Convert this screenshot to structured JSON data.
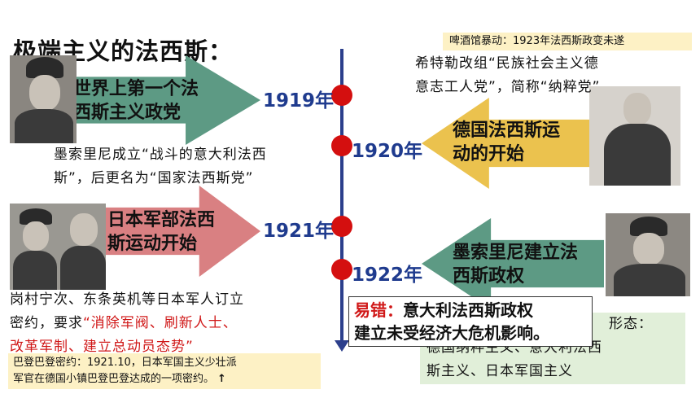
{
  "title": "极端主义的法西斯：",
  "timeline": {
    "years": [
      "1919年",
      "1920年",
      "1921年",
      "1922年"
    ]
  },
  "arrows": {
    "italy_first": {
      "line1": "世界上第一个法",
      "line2": "西斯主义政党"
    },
    "germany": {
      "line1": "德国法西斯运",
      "line2": "动的开始"
    },
    "japan": {
      "line1": "日本军部法西",
      "line2": "斯运动开始"
    },
    "mussolini_regime": {
      "line1": "墨索里尼建立法",
      "line2": "西斯政权"
    }
  },
  "notes": {
    "mussolini": {
      "line1": "墨索里尼成立“战斗的意大利法西",
      "line2": "斯”，后更名为“国家法西斯党”"
    },
    "hitler": {
      "line1": "希特勒改组“民族社会主义德",
      "line2": "意志工人党”，简称“纳粹党”"
    },
    "japan": {
      "line1": "岗村宁次、东条英机等日本军人订立",
      "line2a": "密约，要求",
      "line2b": "“消除军阀、刷新人士、",
      "line3": "改革军制、建立总动员态势”"
    }
  },
  "beer_hall": "啤酒馆暴动：1923年法西斯政变未遂",
  "baden": {
    "line1": "巴登巴登密约：1921.10，日本军国主义少壮派",
    "line2": "军官在德国小镇巴登巴登达成的一项密约。",
    "arrow_glyph": "↑"
  },
  "forms": {
    "line1_tail": "形态：",
    "line2": "德国纳粹主义、意大利法西",
    "line3": "斯主义、日本军国主义"
  },
  "mistake": {
    "label": "易错：",
    "line1": "意大利法西斯政权",
    "line2": "建立未受经济大危机影响。"
  },
  "colors": {
    "axis": "#2c3f8c",
    "dot": "#d40f0f",
    "arrow_green": "#5d9a84",
    "arrow_yellow": "#ebc24e",
    "arrow_red": "#d98082",
    "year_text": "#1f3b8e",
    "highlight_red": "#d01818"
  }
}
